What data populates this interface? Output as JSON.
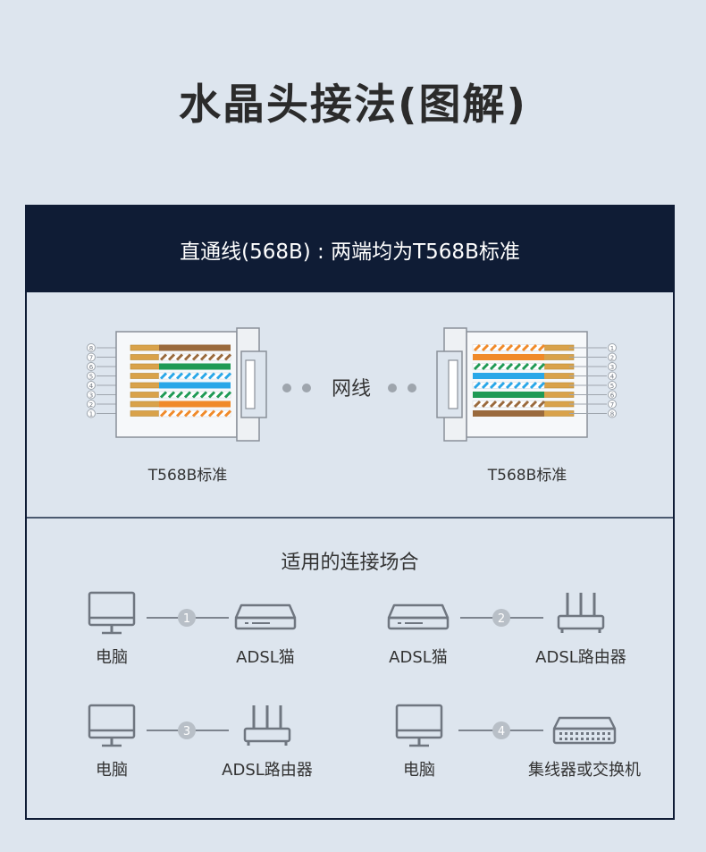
{
  "title": "水晶头接法(图解)",
  "panel": {
    "header": "直通线(568B) : 两端均为T568B标准",
    "left_connector_label": "T568B标准",
    "right_connector_label": "T568B标准",
    "cable_label": "网线",
    "pin_numbers_left": [
      "8",
      "7",
      "6",
      "5",
      "4",
      "3",
      "2",
      "1"
    ],
    "pin_numbers_right": [
      "1",
      "2",
      "3",
      "4",
      "5",
      "6",
      "7",
      "8"
    ],
    "section_title": "适用的连接场合",
    "connections": [
      {
        "number": "1",
        "from": "电脑",
        "to": "ADSL猫",
        "from_icon": "monitor-icon",
        "to_icon": "modem-icon"
      },
      {
        "number": "2",
        "from": "ADSL猫",
        "to": "ADSL路由器",
        "from_icon": "modem-icon",
        "to_icon": "router-icon"
      },
      {
        "number": "3",
        "from": "电脑",
        "to": "ADSL路由器",
        "from_icon": "monitor-icon",
        "to_icon": "router-icon"
      },
      {
        "number": "4",
        "from": "电脑",
        "to": "集线器或交换机",
        "from_icon": "monitor-icon",
        "to_icon": "switch-icon"
      }
    ]
  },
  "colors": {
    "background": "#dde5ee",
    "panel_header": "#0f1c35",
    "icon_stroke": "#6f7680",
    "wire_orange": "#f08a2a",
    "wire_green": "#1f9a55",
    "wire_blue": "#2aa7e8",
    "wire_brown": "#9a6a3d",
    "contact_gold": "#d9a24a"
  }
}
